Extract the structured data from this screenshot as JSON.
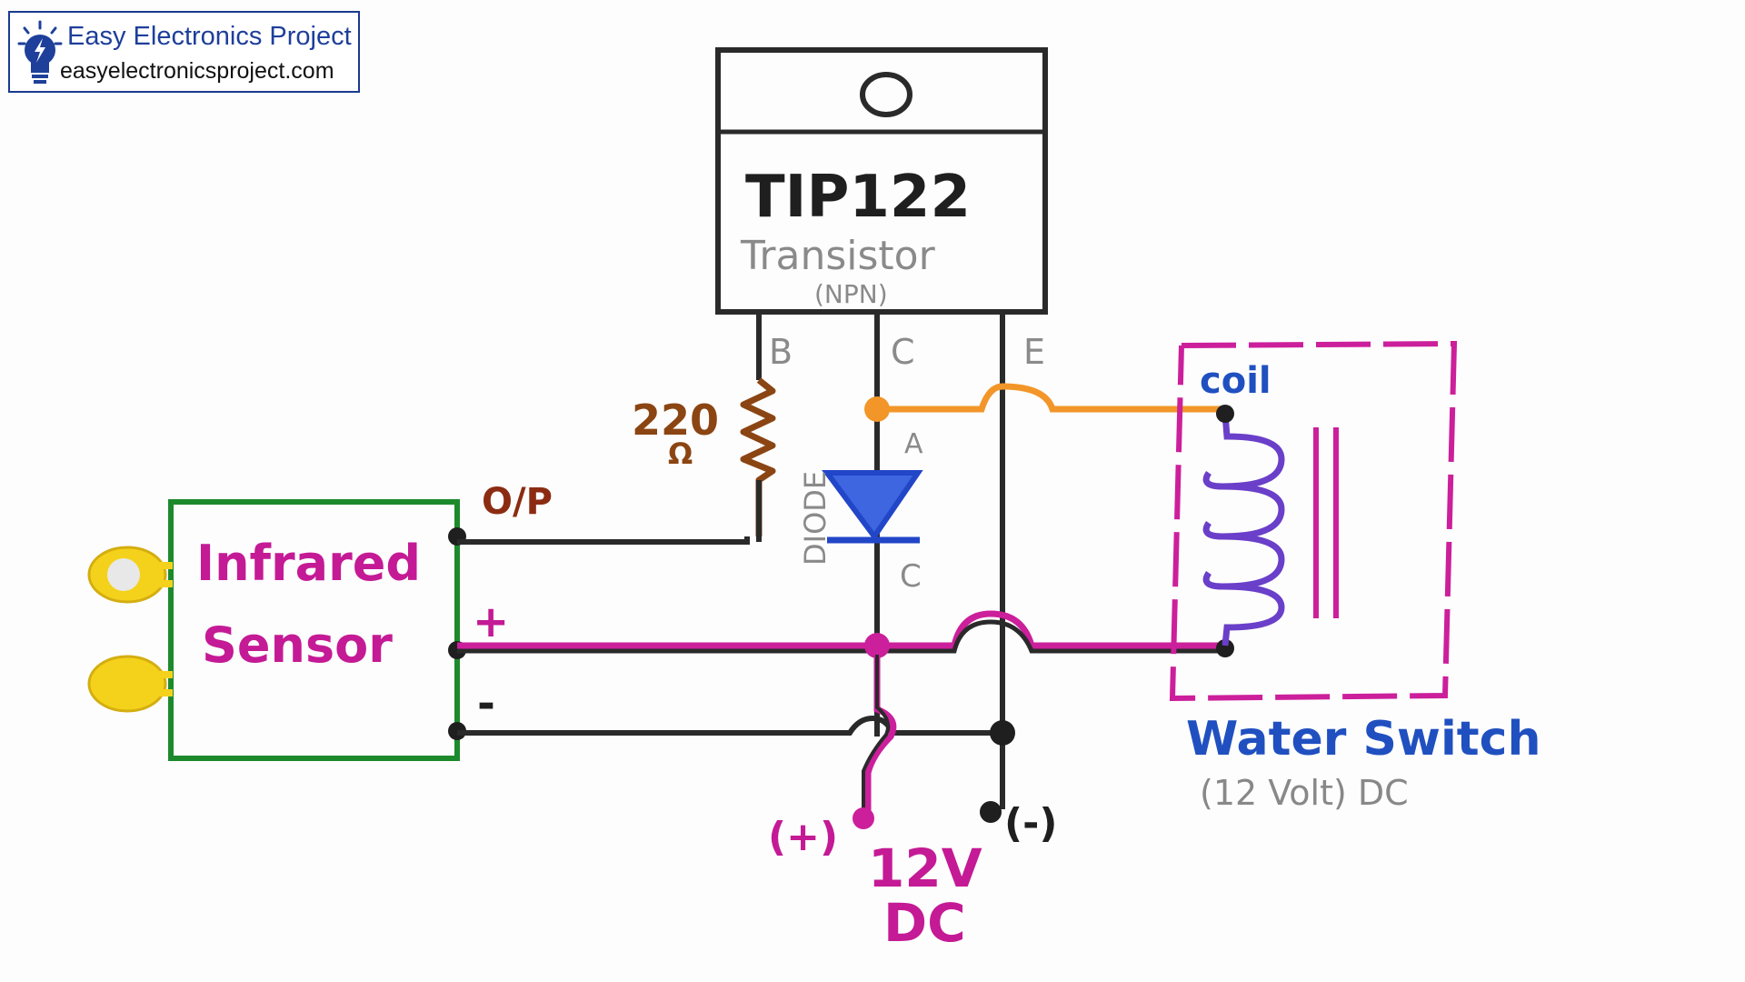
{
  "logo": {
    "title": "Easy Electronics Project",
    "url": "easyelectronicsproject.com"
  },
  "transistor": {
    "part": "TIP122",
    "kind": "Transistor",
    "type": "(NPN)",
    "pins": {
      "b": "B",
      "c": "C",
      "e": "E"
    }
  },
  "resistor": {
    "value": "220",
    "unit": "Ω"
  },
  "diode": {
    "label": "DIODE",
    "anode": "A",
    "cathode": "C"
  },
  "sensor": {
    "line1": "Infrared",
    "line2": "Sensor",
    "output": "O/P",
    "plus": "+",
    "minus": "-"
  },
  "pump": {
    "coil": "coil",
    "name": "Water Switch",
    "rating": "(12 Volt) DC"
  },
  "supply": {
    "positive": "(+)",
    "negative": "(-)",
    "voltage": "12V",
    "type": "DC"
  },
  "colors": {
    "wire_black": "#2a2a2a",
    "wire_magenta": "#cc1f9b",
    "wire_orange": "#f2962a",
    "resistor_brown": "#8b4513",
    "diode_blue": "#2246c8",
    "coil_violet": "#6a3fc9",
    "sensor_green": "#1c8a2c",
    "led_yellow": "#f4d21b",
    "text_blue": "#2050c0",
    "text_magenta": "#c41a95",
    "text_grey": "#888888",
    "logo_blue": "#1e3f9a"
  },
  "icons": [
    "lightbulb-icon"
  ]
}
